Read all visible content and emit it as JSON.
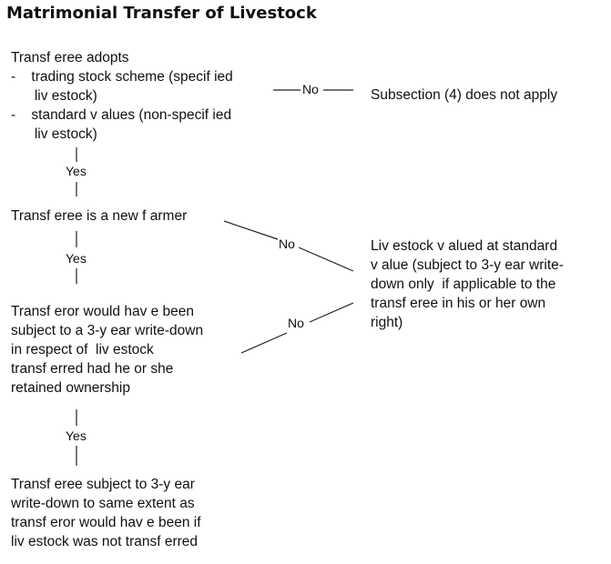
{
  "title": "Matrimonial Transfer of Livestock",
  "nodes": {
    "adopts": "Transf eree adopts\n-    trading stock scheme (specif ied\n      liv estock)\n-    standard v alues (non-specif ied\n      liv estock)",
    "not_apply": "Subsection (4) does not apply",
    "new_farmer": "Transf eree is a new f armer",
    "standard_value": "Liv estock v alued at standard\nv alue (subject to 3-y ear write-\ndown only  if applicable to the\ntransf eree in his or her own\nright)",
    "transferor": "Transf eror would hav e been\nsubject to a 3-y ear write-down\nin respect of  liv estock\ntransf erred had he or she\nretained ownership",
    "result": "Transf eree subject to 3-y ear\nwrite-down to same extent as\ntransf eror would hav e been if\nliv estock was not transf erred"
  },
  "edges": {
    "no1": "No",
    "yes1": "Yes",
    "no2": "No",
    "yes2": "Yes",
    "no3": "No",
    "yes3": "Yes"
  }
}
